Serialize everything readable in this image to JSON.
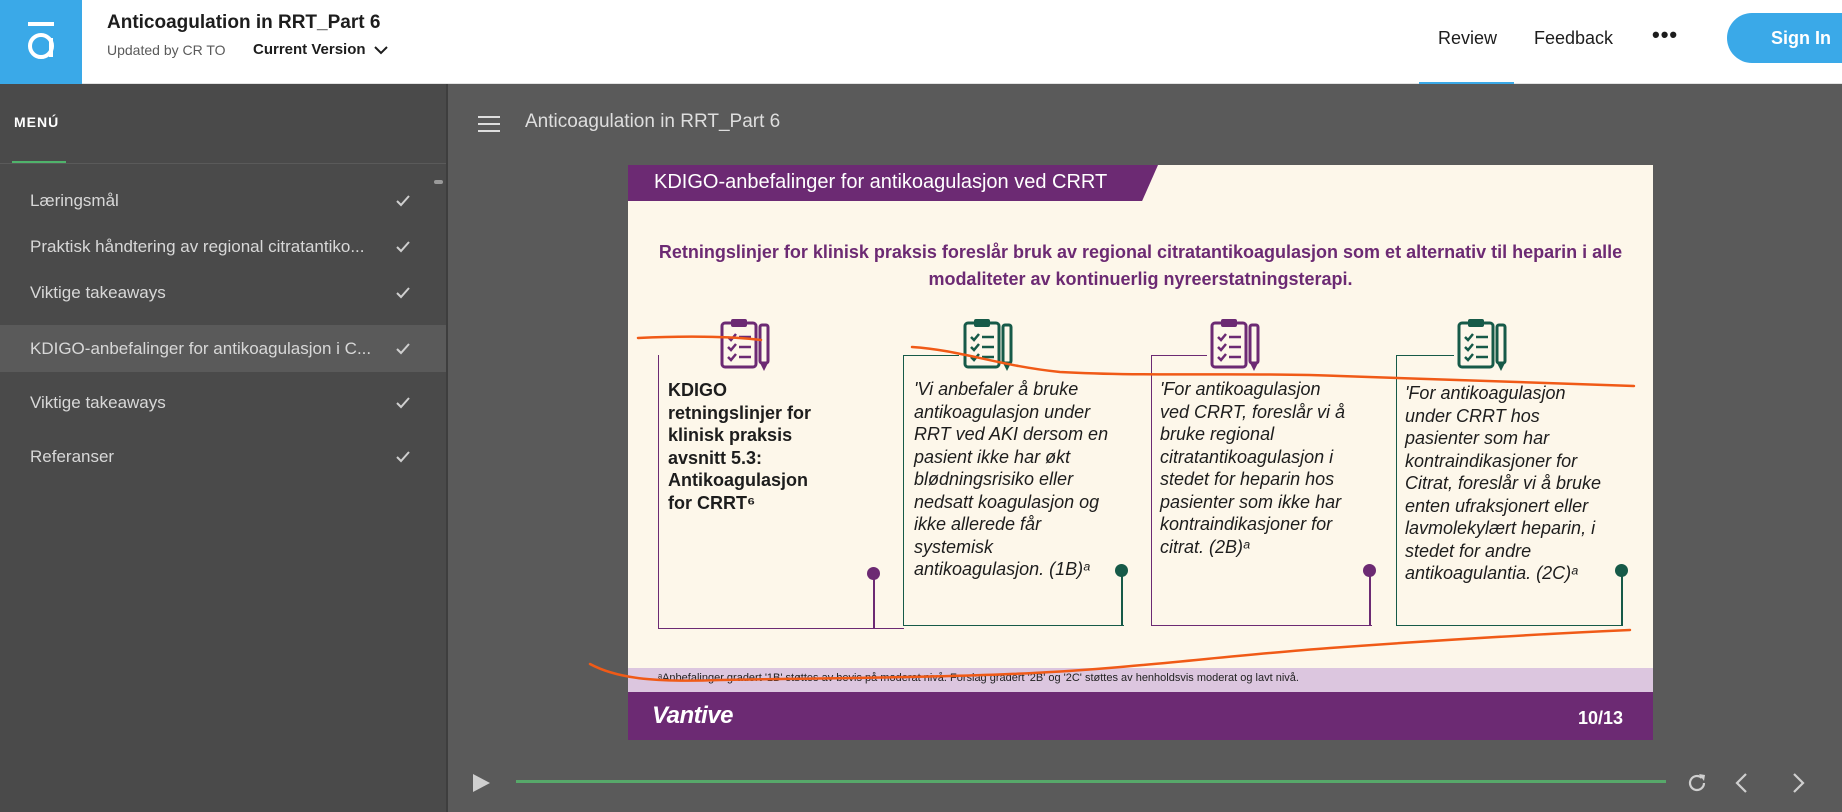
{
  "header": {
    "title": "Anticoagulation in RRT_Part 6",
    "updated_by": "Updated by CR TO",
    "version_label": "Current Version",
    "nav": {
      "review": "Review",
      "feedback": "Feedback",
      "more": "•••",
      "sign_in": "Sign In"
    }
  },
  "colors": {
    "brand_blue": "#3aa9e8",
    "slide_purple": "#6c2a73",
    "slide_green": "#165a48",
    "annotation_orange": "#f05a17",
    "progress_green": "#57a86a"
  },
  "sidebar": {
    "title": "MENÚ",
    "items": [
      {
        "label": "Læringsmål",
        "completed": true
      },
      {
        "label": "Praktisk håndtering av regional citratantiko...",
        "completed": true
      },
      {
        "label": "Viktige takeaways",
        "completed": true
      },
      {
        "label": "KDIGO-anbefalinger for antikoagulasjon i C...",
        "completed": true,
        "active": true
      },
      {
        "label": "Viktige takeaways",
        "completed": true
      },
      {
        "label": "Referanser",
        "completed": true
      }
    ]
  },
  "content": {
    "title": "Anticoagulation in RRT_Part 6"
  },
  "slide": {
    "header": "KDIGO-anbefalinger for antikoagulasjon ved CRRT",
    "lead": "Retningslinjer for klinisk praksis foreslår bruk av regional citratantikoagulasjon som et alternativ til heparin i alle modaliteter av kontinuerlig nyreerstatningsterapi.",
    "cards": [
      {
        "lines": [
          "KDIGO",
          "retningslinjer for",
          "klinisk praksis",
          "avsnitt 5.3:",
          "Antikoagulasjon",
          "for CRRT⁶"
        ],
        "color": "purple"
      },
      {
        "lines": [
          "'Vi anbefaler å bruke",
          "antikoagulasjon under",
          "RRT ved AKI dersom en",
          "pasient ikke har økt",
          "blødningsrisiko eller",
          "nedsatt koagulasjon og",
          "ikke allerede får",
          "systemisk",
          "antikoagulasjon. (1B)ᵃ"
        ],
        "color": "green"
      },
      {
        "lines": [
          "'For antikoagulasjon",
          "ved CRRT, foreslår vi å",
          "bruke regional",
          "citratantikoagulasjon i",
          "stedet for heparin hos",
          "pasienter som ikke har",
          "kontraindikasjoner for",
          "citrat. (2B)ᵃ"
        ],
        "color": "purple"
      },
      {
        "lines": [
          "'For antikoagulasjon",
          "under CRRT hos",
          "pasienter som har",
          "kontraindikasjoner for",
          "Citrat, foreslår vi å bruke",
          "enten ufraksjonert eller",
          "lavmolekylært heparin, i",
          "stedet for andre",
          "antikoagulantia. (2C)ᵃ"
        ],
        "color": "green"
      }
    ],
    "footnote": "ᵃAnbefalinger gradert '1B' støttes av bevis på moderat nivå. Forslag gradert '2B' og '2C' støttes av henholdsvis moderat og lavt nivå.",
    "brand": "Vantive",
    "page": "10/13"
  }
}
